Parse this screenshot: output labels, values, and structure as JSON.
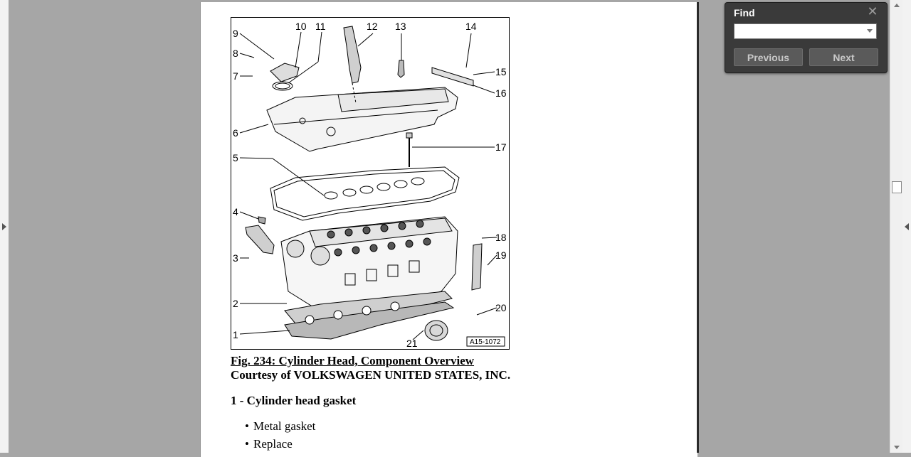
{
  "document": {
    "figure": {
      "callouts": [
        "1",
        "2",
        "3",
        "4",
        "5",
        "6",
        "7",
        "8",
        "9",
        "10",
        "11",
        "12",
        "13",
        "14",
        "15",
        "16",
        "17",
        "18",
        "19",
        "20",
        "21"
      ],
      "reference_code": "A15-1072"
    },
    "caption": "Fig. 234: Cylinder Head, Component Overview",
    "courtesy": "Courtesy of VOLKSWAGEN UNITED STATES, INC.",
    "item_title": "1 - Cylinder head gasket",
    "bullets": [
      "Metal gasket",
      "Replace"
    ],
    "bullet_glyph": "•"
  },
  "find": {
    "title": "Find",
    "input_value": "",
    "previous_label": "Previous",
    "next_label": "Next",
    "close_glyph": "✕"
  }
}
